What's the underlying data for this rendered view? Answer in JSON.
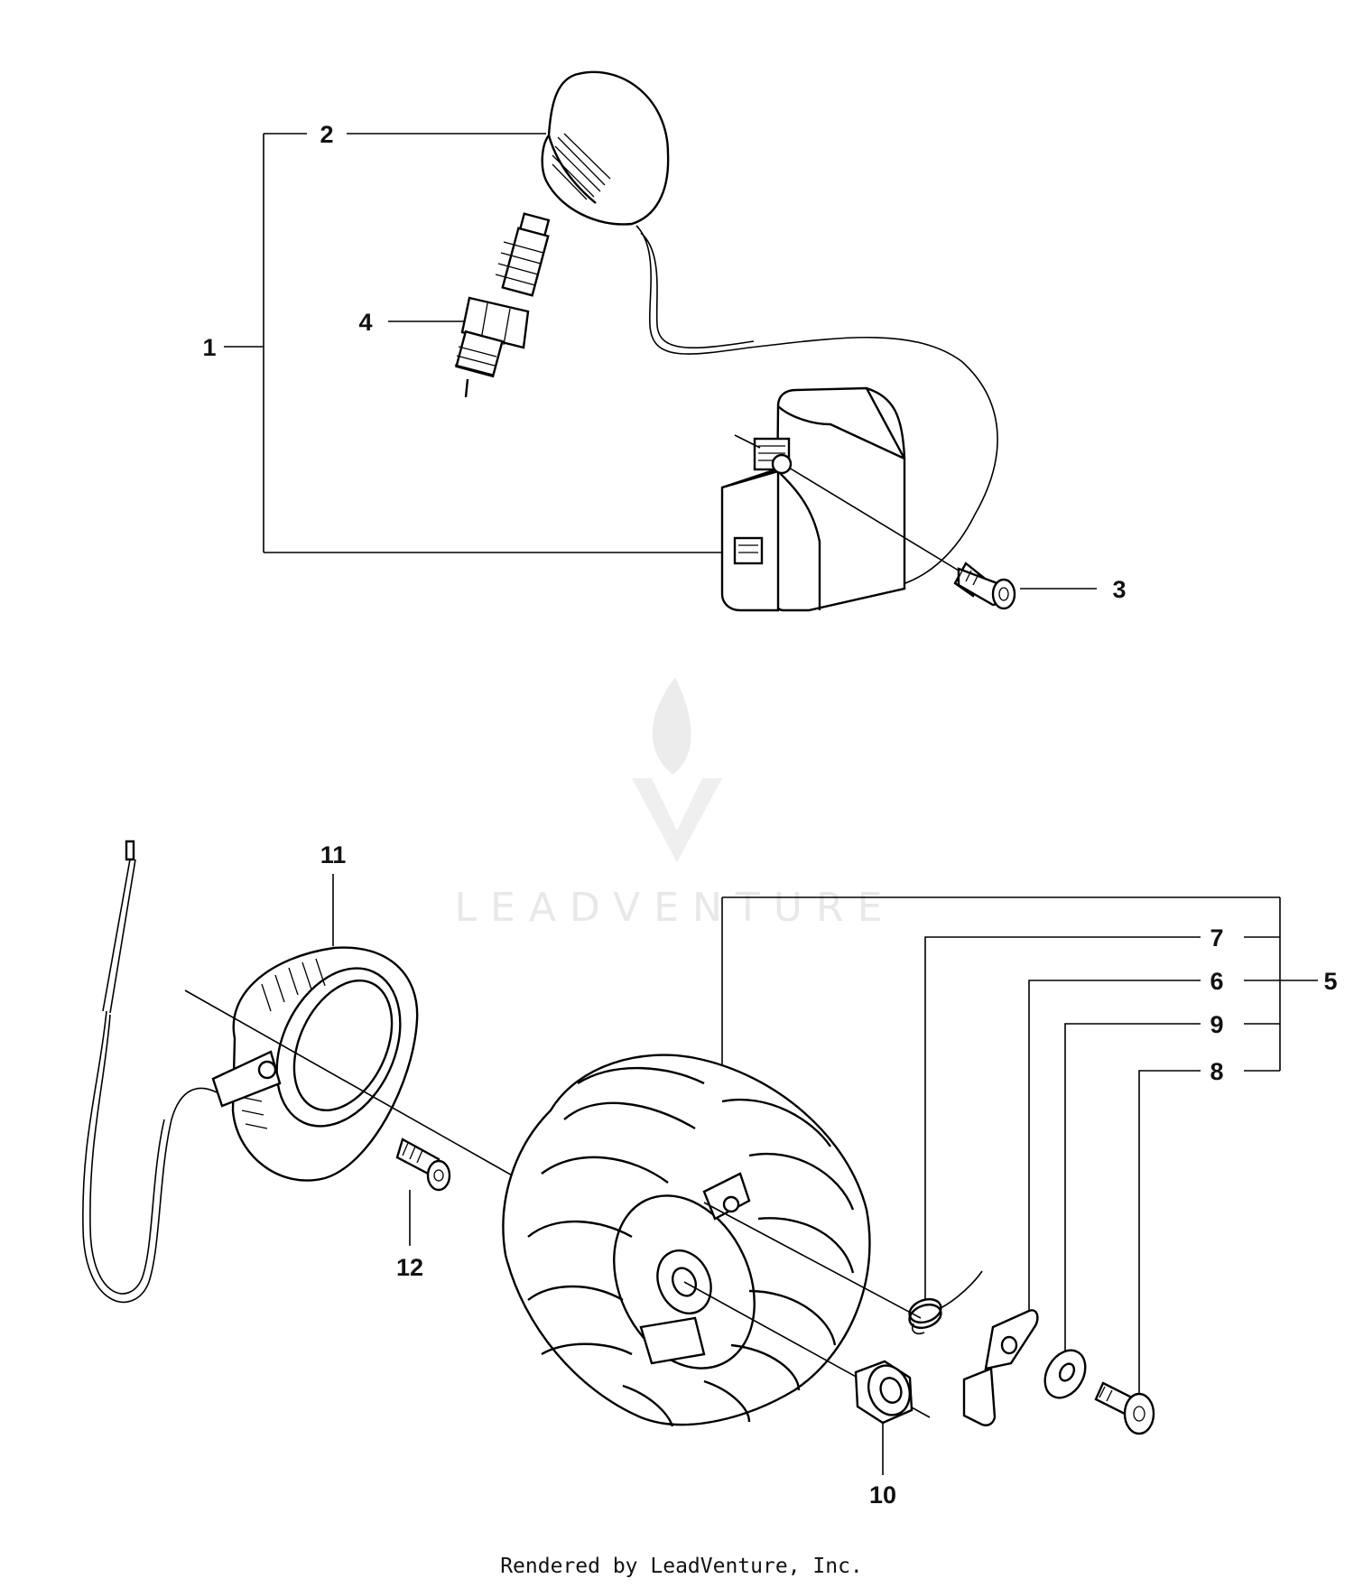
{
  "callouts": {
    "c1": "1",
    "c2": "2",
    "c3": "3",
    "c4": "4",
    "c5": "5",
    "c6": "6",
    "c7": "7",
    "c8": "8",
    "c9": "9",
    "c10": "10",
    "c11": "11",
    "c12": "12"
  },
  "watermark": {
    "brand": "LEADVENTURE",
    "logo_icon": "flame-v-logo-icon"
  },
  "footer": {
    "credit": "Rendered by LeadVenture, Inc."
  },
  "colors": {
    "line": "#000000",
    "watermark": "#e8e8e8",
    "background": "#ffffff"
  }
}
